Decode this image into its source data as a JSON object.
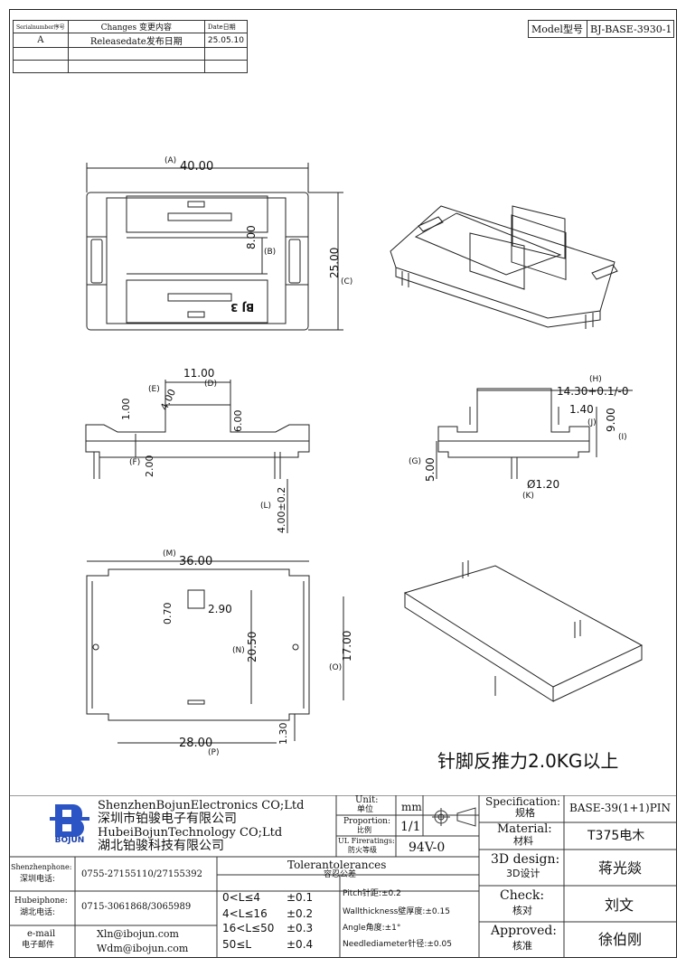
{
  "revision_table": {
    "headers": [
      "Serialnumber序号",
      "Changes 变更内容",
      "Date日期"
    ],
    "rows": [
      [
        "A",
        "Releasedate发布日期",
        "25.05.10"
      ],
      [
        "",
        "",
        ""
      ],
      [
        "",
        "",
        ""
      ]
    ]
  },
  "model": {
    "label": "Model型号",
    "value": "BJ-BASE-3930-1"
  },
  "dimensions": {
    "a": "(A)",
    "a_val": "40.00",
    "b": "(B)",
    "b_val": "8.00",
    "c": "(C)",
    "c_val": "25.00",
    "bj3": "BJ 3",
    "d": "(D)",
    "d_val": "11.00",
    "e": "(E)",
    "e_val": "4.00",
    "h1": "1.00",
    "h2": "2.00",
    "h3": "6.00",
    "f": "(F)",
    "l": "(L)",
    "l_val": "4.00±0.2",
    "h": "(H)",
    "h_val": "14.30+0.1/-0",
    "j": "(J)",
    "j_val": "1.40",
    "i": "(I)",
    "i_val": "9.00",
    "g": "(G)",
    "g_val": "5.00",
    "k": "(K)",
    "k_val": "Ø1.20",
    "m": "(M)",
    "m_val": "36.00",
    "n": "(N)",
    "n_val": "20.50",
    "o": "(O)",
    "o_val": "17.00",
    "p": "(P)",
    "p_val": "28.00",
    "q1": "0.70",
    "q2": "2.90",
    "q3": "1.30"
  },
  "note": "针脚反推力2.0KG以上",
  "company": {
    "line1": "ShenzhenBojunElectronics CO;Ltd",
    "line2": "深圳市铂骏电子有限公司",
    "line3": "HubeiBojunTechnology CO;Ltd",
    "line4": "湖北铂骏科技有限公司",
    "logo_text": "BOJUN"
  },
  "unit": {
    "label_en": "Unit:",
    "label_cn": "单位",
    "value": "mm"
  },
  "proportion": {
    "label_en": "Proportion:",
    "label_cn": "比例",
    "value": "1/1"
  },
  "fire": {
    "label_en": "UL Fireratings:",
    "label_cn": "防火等级",
    "value": "94V-0"
  },
  "spec": {
    "label_en": "Specification:",
    "label_cn": "规格",
    "value": "BASE-39(1+1)PIN"
  },
  "material": {
    "label_en": "Material:",
    "label_cn": "材料",
    "value": "T375电木"
  },
  "design": {
    "label_en": "3D design:",
    "label_cn": "3D设计",
    "value": "蒋光燚"
  },
  "check": {
    "label_en": "Check:",
    "label_cn": "核对",
    "value": "刘文"
  },
  "approved": {
    "label_en": "Approved:",
    "label_cn": "核准",
    "value": "徐伯刚"
  },
  "contacts": {
    "sz_label": "Shenzhenphone:",
    "sz_label_cn": "深圳电话:",
    "sz_value": "0755-27155110/27155392",
    "hb_label": "Hubeiphone:",
    "hb_label_cn": "湖北电话:",
    "hb_value": "0715-3061868/3065989",
    "mail_label": "e-mail",
    "mail_label_cn": "电子邮件",
    "mail1": "Xln@ibojun.com",
    "mail2": "Wdm@ibojun.com"
  },
  "tolerances": {
    "title_en": "Tolerantolerances",
    "title_cn": "容忍公差",
    "ranges": [
      [
        "0<L≤4",
        "±0.1"
      ],
      [
        "4<L≤16",
        "±0.2"
      ],
      [
        "16<L≤50",
        "±0.3"
      ],
      [
        "50≤L",
        "±0.4"
      ]
    ],
    "notes": [
      "Pitch针距:±0.2",
      "Wallthickness壁厚度:±0.15",
      "Angle角度:±1°",
      "Needlediameter针径:±0.05"
    ]
  }
}
